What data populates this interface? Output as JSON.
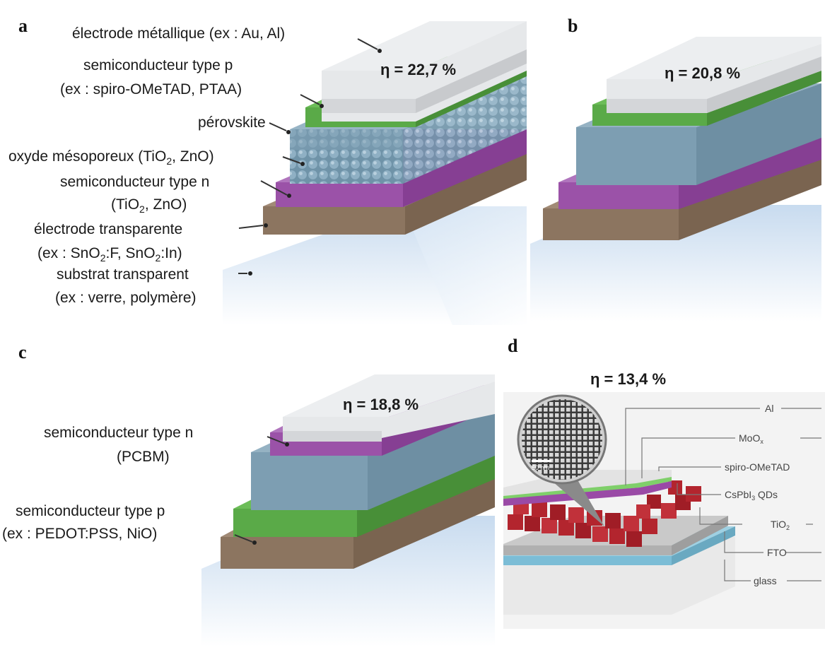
{
  "panels": {
    "a": {
      "label": "a",
      "efficiency": "η = 22,7 %",
      "layers": {
        "metal": "électrode métallique (ex : Au, Al)",
        "p_type_1": "semiconducteur type p",
        "p_type_2": "(ex : spiro-OMeTAD, PTAA)",
        "perovskite": "pérovskite",
        "mesoporous_pre": "oxyde mésoporeux (TiO",
        "mesoporous_sub": "2",
        "mesoporous_post": ", ZnO)",
        "n_type_1": "semiconducteur type n",
        "n_type_2_pre": "(TiO",
        "n_type_2_sub": "2",
        "n_type_2_post": ", ZnO)",
        "electrode_1": "électrode transparente",
        "electrode_2_a": "(ex : SnO",
        "electrode_2_sub1": "2",
        "electrode_2_b": ":F, SnO",
        "electrode_2_sub2": "2",
        "electrode_2_c": ":In)",
        "substrate_1": "substrat transparent",
        "substrate_2": "(ex : verre, polymère)"
      }
    },
    "b": {
      "label": "b",
      "efficiency": "η = 20,8 %"
    },
    "c": {
      "label": "c",
      "efficiency": "η = 18,8 %",
      "n_type_1": "semiconducteur type n",
      "n_type_2": "(PCBM)",
      "p_type_1": "semiconducteur type p",
      "p_type_2": "(ex : PEDOT:PSS, NiO)"
    },
    "d": {
      "label": "d",
      "efficiency": "η = 13,4 %",
      "layers": {
        "al": "Al",
        "moox_pre": "MoO",
        "moox_sub": "x",
        "spiro": "spiro-OMeTAD",
        "cspbi_pre": "CsPbI",
        "cspbi_sub": "3",
        "cspbi_post": " QDs",
        "tio2_pre": "TiO",
        "tio2_sub": "2",
        "fto": "FTO",
        "glass": "glass"
      },
      "scale_bar": "50 nm"
    }
  },
  "colors": {
    "metal": "#e9eaec",
    "p_type": "#5aaa48",
    "perovskite": "#7d9eb2",
    "n_type": "#9b52a8",
    "electrode": "#8c7560",
    "substrate": "#c6daee",
    "quantum_dots": "#b3252e"
  }
}
